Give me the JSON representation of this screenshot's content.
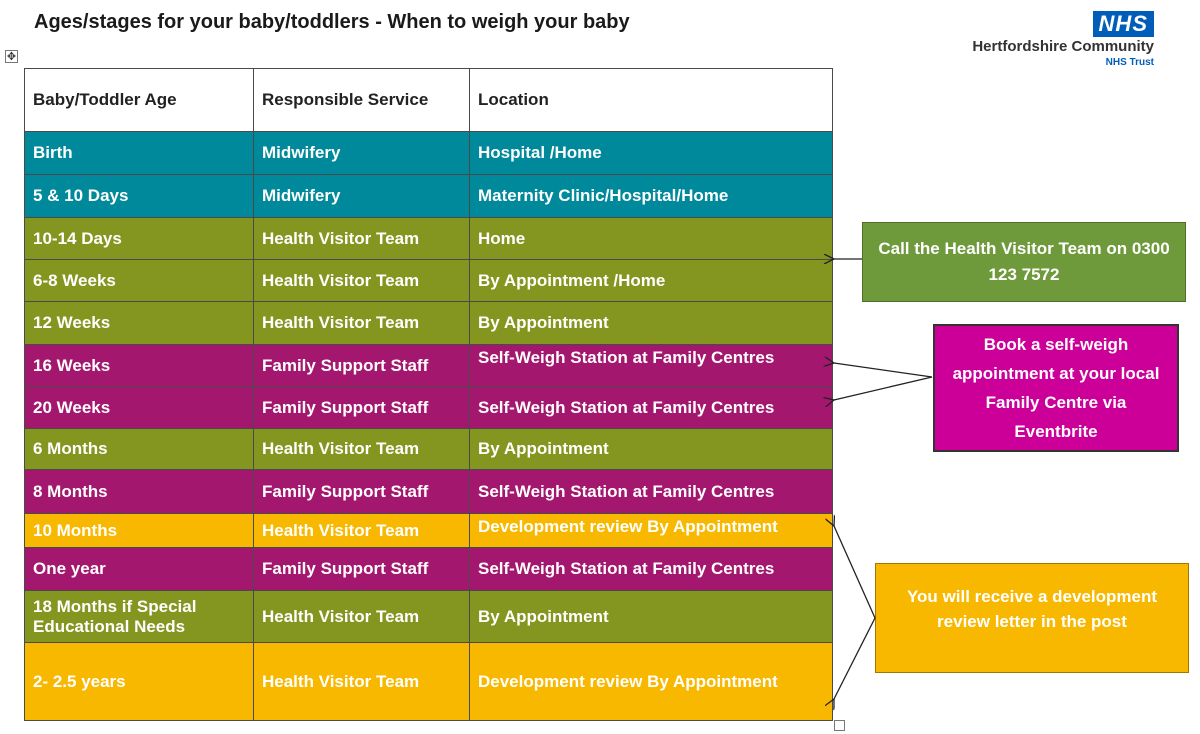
{
  "title": "Ages/stages for your baby/toddlers - When to weigh your baby",
  "logo": {
    "mark": "NHS",
    "org": "Hertfordshire Community",
    "trust": "NHS Trust"
  },
  "table": {
    "headers": [
      "Baby/Toddler Age",
      "Responsible Service",
      "Location"
    ],
    "rows": [
      {
        "age": "Birth",
        "service": "Midwifery",
        "location": "Hospital /Home",
        "color": "teal"
      },
      {
        "age": "5 & 10 Days",
        "service": "Midwifery",
        "location": "Maternity Clinic/Hospital/Home",
        "color": "teal"
      },
      {
        "age": "10-14 Days",
        "service": "Health Visitor Team",
        "location": "Home",
        "color": "olive"
      },
      {
        "age": "6-8 Weeks",
        "service": "Health Visitor Team",
        "location": "By Appointment /Home",
        "color": "olive"
      },
      {
        "age": "12 Weeks",
        "service": "Health Visitor Team",
        "location": "By Appointment",
        "color": "olive"
      },
      {
        "age": "16 Weeks",
        "service": "Family Support Staff",
        "location": "Self-Weigh Station at Family Centres",
        "color": "magenta"
      },
      {
        "age": "20 Weeks",
        "service": "Family Support Staff",
        "location": "Self-Weigh Station at Family Centres",
        "color": "magenta"
      },
      {
        "age": "6 Months",
        "service": "Health Visitor Team",
        "location": "By Appointment",
        "color": "olive"
      },
      {
        "age": "8 Months",
        "service": "Family Support Staff",
        "location": "Self-Weigh Station at Family Centres",
        "color": "magenta"
      },
      {
        "age": "10 Months",
        "service": "Health Visitor Team",
        "location": "Development review By Appointment",
        "color": "yellow"
      },
      {
        "age": "One year",
        "service": "Family Support Staff",
        "location": "Self-Weigh Station at Family Centres",
        "color": "magenta"
      },
      {
        "age": "18 Months if Special Educational Needs",
        "service": "Health Visitor Team",
        "location": "By Appointment",
        "color": "olive"
      },
      {
        "age": "2- 2.5 years",
        "service": "Health Visitor Team",
        "location": "Development review By Appointment",
        "color": "yellow"
      }
    ]
  },
  "callouts": {
    "call": "Call the Health Visitor Team on 0300 123 7572",
    "book": "Book a self-weigh appointment at your local Family Centre via Eventbrite",
    "receive": "You will receive a development review letter in the post"
  },
  "colors": {
    "teal": "#00899a",
    "olive": "#84961f",
    "magenta": "#a3176e",
    "yellow": "#f9b800",
    "call_box": "#6e9a3c",
    "book_box": "#cc0099",
    "nhs_blue": "#005eb8"
  }
}
